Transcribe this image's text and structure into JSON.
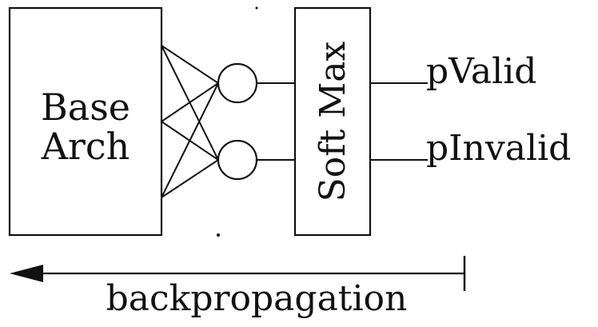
{
  "base_block": {
    "line1": "Base",
    "line2": "Arch"
  },
  "softmax_block": {
    "label": "Soft Max"
  },
  "outputs": [
    {
      "label": "pValid"
    },
    {
      "label": "pInvalid"
    }
  ],
  "arrow": {
    "label": "backpropagation"
  },
  "colors": {
    "stroke": "#111111",
    "background": "#ffffff"
  }
}
